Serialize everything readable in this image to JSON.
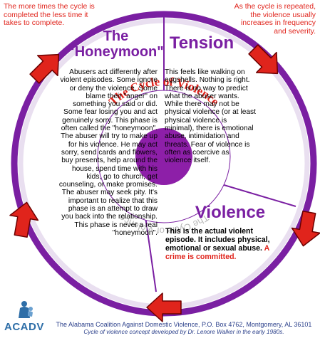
{
  "notes": {
    "top_left": "The more times the cycle is completed the less time it takes to complete.",
    "top_right": "As the cycle is repeated, the violence usually increases in frequency and severity."
  },
  "phases": {
    "honeymoon": {
      "title_line1": "The",
      "title_line2": "\"Honeymoon\"",
      "text": "Abusers act differently after violent episodes. Some ignore or deny the violence. Some blame their \"anger\" on something you said or did. Some fear losing you and act genuinely sorry. This phase is often called the \"honeymoon\". The abuser will try to make up for his violence. He may act sorry, send cards and flowers, buy presents, help around the house, spend time with his kids, go to church, get counseling, or make promises. The abuser may seek pity. It's important to realize that this phase is an attempt to draw you back into the relationship. This phase is never a real \"honeymoon\"."
    },
    "tension": {
      "title": "Tension",
      "text": "This feels like walking on eggshells. Nothing is right. There is no way to predict what the abuser wants. While there may not be physical violence (or at least physical violence is minimal), there is emotional abuse, intimidation and threats. Fear of violence is often as coercive as violence itself."
    },
    "violence": {
      "title": "Violence",
      "text": "This is the actual violent episode. It includes physical, emotional or sexual abuse.",
      "highlight": "A crime is committed."
    }
  },
  "center": {
    "label_red": "The Cycle of Violence",
    "label_grey": "The Cycle of Violence"
  },
  "logo": {
    "text": "ACADV",
    "icon": "figure-holding-child-icon"
  },
  "footer": {
    "main": "The Alabama Coalition Against Domestic Violence, P.O. Box 4762,  Montgomery, AL 36101",
    "credit": "Cycle of violence concept developed by Dr. Lenore Walker in the early 1980s."
  },
  "colors": {
    "purple": "#7a1fa2",
    "ring_light": "#e9dff0",
    "arrow_red": "#e0241c",
    "text_red": "#e0241c",
    "footer_blue": "#2a3f8a",
    "logo_blue": "#2f6fa8"
  }
}
